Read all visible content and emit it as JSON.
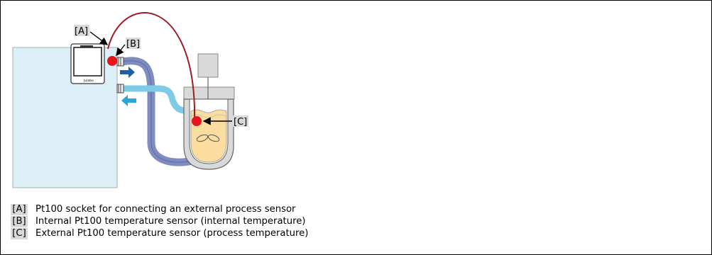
{
  "callouts": {
    "a": "[A]",
    "b": "[B]",
    "c": "[C]"
  },
  "device_brand": "Julabo",
  "legend": [
    {
      "key": "[A]",
      "text": "Pt100 socket for connecting an external process sensor"
    },
    {
      "key": "[B]",
      "text": "Internal Pt100 temperature sensor (internal temperature)"
    },
    {
      "key": "[C]",
      "text": "External Pt100 temperature sensor (process temperature)"
    }
  ],
  "colors": {
    "unit_body": "#dceef6",
    "flow_out_arrow": "#1f5fa6",
    "flow_in_arrow": "#29a6dc",
    "hose_out": "#7f8cc0",
    "hose_in": "#7ecbe8",
    "sensor": "#e8141b",
    "cable": "#9e1c24",
    "liquid": "#fbdda0",
    "reactor_jacket": "#d9d9d9"
  }
}
